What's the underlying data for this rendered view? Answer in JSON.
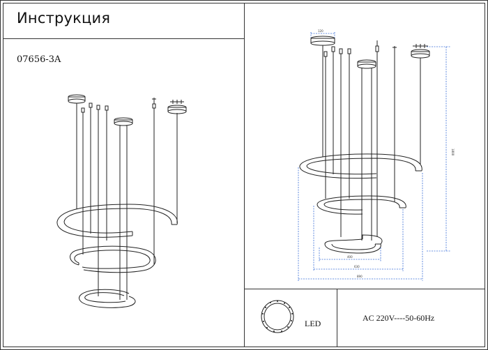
{
  "header": {
    "title": "Инструкция",
    "model": "07656-3A"
  },
  "drawing": {
    "dimensions": {
      "canopy_width": "120",
      "height": "1800",
      "ring_small": "400",
      "ring_medium": "630",
      "ring_large": "890"
    }
  },
  "footer": {
    "led_label": "LED",
    "power_spec": "AC 220V----50-60Hz"
  },
  "colors": {
    "line": "#222222",
    "dimension": "#3a6fd8"
  }
}
